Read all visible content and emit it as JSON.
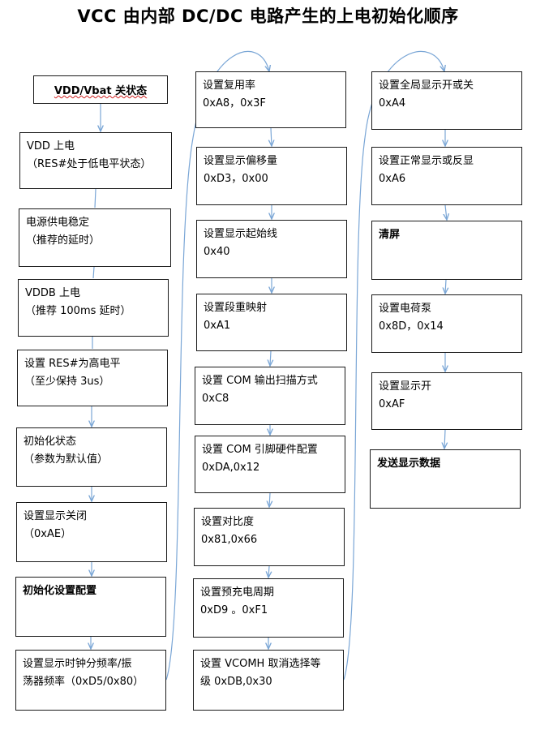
{
  "title": "VCC 由内部 DC/DC 电路产生的上电初始化顺序",
  "colors": {
    "arrow": "#7aa6d6",
    "border": "#1a1a1a"
  },
  "columns": [
    {
      "steps": [
        {
          "line1": "VDD/Vbat  关状态",
          "line2": ""
        },
        {
          "line1": "VDD 上电",
          "line2": "（RES#处于低电平状态）"
        },
        {
          "line1": "电源供电稳定",
          "line2": "（推荐的延时）"
        },
        {
          "line1": "VDDB 上电",
          "line2": "（推荐 100ms 延时）"
        },
        {
          "line1": "设置 RES#为高电平",
          "line2": "（至少保持 3us）"
        },
        {
          "line1": "初始化状态",
          "line2": "（参数为默认值）"
        },
        {
          "line1": "设置显示关闭",
          "line2": "（0xAE）"
        },
        {
          "line1": "初始化设置配置",
          "line2": ""
        },
        {
          "line1": "设置显示时钟分频率/振",
          "line2": "荡器频率（0xD5/0x80）"
        }
      ]
    },
    {
      "steps": [
        {
          "line1": "设置复用率",
          "line2": "0xA8，0x3F"
        },
        {
          "line1": "设置显示偏移量",
          "line2": "0xD3，0x00"
        },
        {
          "line1": "设置显示起始线",
          "line2": "0x40"
        },
        {
          "line1": "设置段重映射",
          "line2": "0xA1"
        },
        {
          "line1": "设置 COM 输出扫描方式",
          "line2": "0xC8"
        },
        {
          "line1": "设置 COM 引脚硬件配置",
          "line2": "0xDA,0x12"
        },
        {
          "line1": "设置对比度",
          "line2": "0x81,0x66"
        },
        {
          "line1": "设置预充电周期",
          "line2": "0xD9 。0xF1"
        },
        {
          "line1": "设置 VCOMH 取消选择等",
          "line2": "级 0xDB,0x30"
        }
      ]
    },
    {
      "steps": [
        {
          "line1": "设置全局显示开或关",
          "line2": "0xA4"
        },
        {
          "line1": "设置正常显示或反显",
          "line2": "0xA6"
        },
        {
          "line1": "清屏",
          "line2": ""
        },
        {
          "line1": "设置电荷泵",
          "line2": "0x8D，0x14"
        },
        {
          "line1": "设置显示开",
          "line2": "0xAF"
        },
        {
          "line1": "发送显示数据",
          "line2": ""
        }
      ]
    }
  ]
}
